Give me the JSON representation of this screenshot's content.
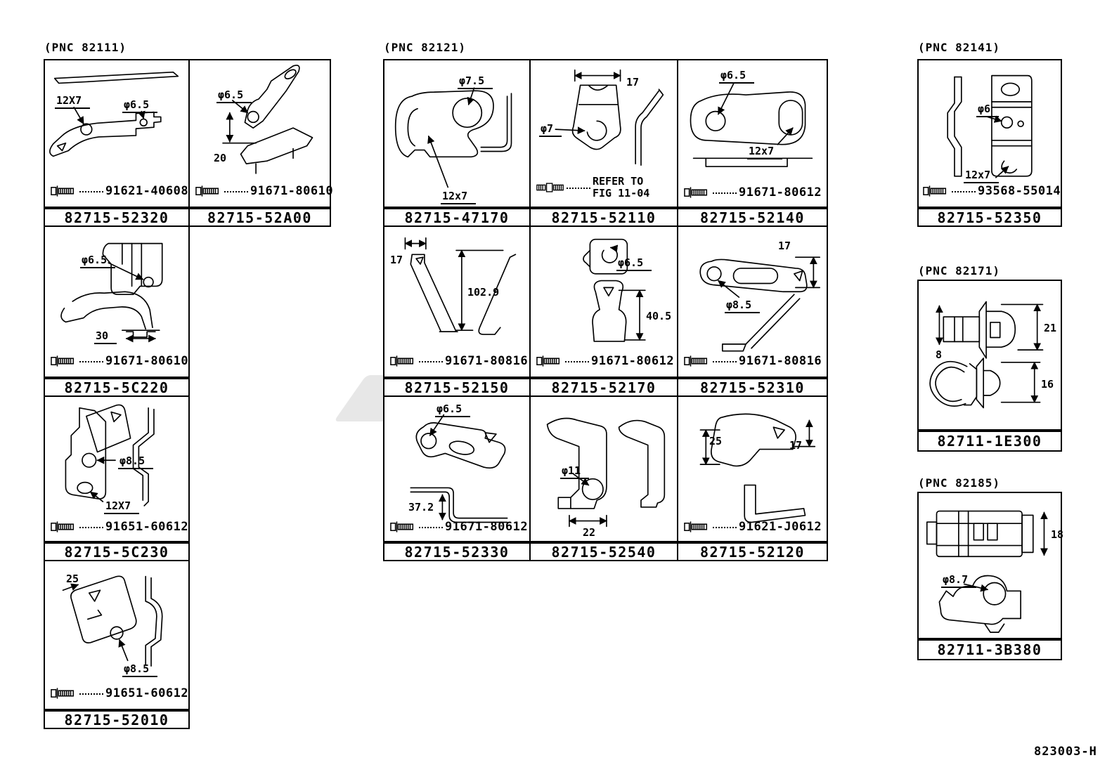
{
  "page": {
    "footer": "823003-H"
  },
  "colors": {
    "ink": "#000000",
    "paper": "#ffffff",
    "watermark": "#c7c7c7"
  },
  "groups": [
    {
      "pnc": "(PNC 82111)",
      "cells": [
        {
          "part": "82715-52320",
          "bolt": "91621-40608",
          "dims": [
            "12X7",
            "φ6.5"
          ]
        },
        {
          "part": "82715-52A00",
          "bolt": "91671-80610",
          "dims": [
            "φ6.5",
            "20"
          ]
        },
        {
          "part": "82715-5C220",
          "bolt": "91671-80610",
          "dims": [
            "φ6.5",
            "30"
          ]
        },
        {
          "part": "82715-5C230",
          "bolt": "91651-60612",
          "dims": [
            "φ8.5",
            "12X7"
          ]
        },
        {
          "part": "82715-52010",
          "bolt": "91651-60612",
          "dims": [
            "25",
            "φ8.5"
          ]
        }
      ]
    },
    {
      "pnc": "(PNC 82121)",
      "cells": [
        {
          "part": "82715-47170",
          "dims": [
            "φ7.5",
            "12x7"
          ]
        },
        {
          "part": "82715-52110",
          "dims": [
            "17",
            "φ7"
          ],
          "note": [
            "REFER TO",
            "FIG 11-04"
          ]
        },
        {
          "part": "82715-52140",
          "bolt": "91671-80612",
          "dims": [
            "φ6.5",
            "12x7"
          ]
        },
        {
          "part": "82715-52150",
          "bolt": "91671-80816",
          "dims": [
            "17",
            "102.9"
          ]
        },
        {
          "part": "82715-52170",
          "bolt": "91671-80612",
          "dims": [
            "φ6.5",
            "40.5"
          ]
        },
        {
          "part": "82715-52310",
          "bolt": "91671-80816",
          "dims": [
            "17",
            "φ8.5"
          ]
        },
        {
          "part": "82715-52330",
          "bolt": "91671-80612",
          "dims": [
            "φ6.5",
            "37.2"
          ]
        },
        {
          "part": "82715-52540",
          "dims": [
            "φ11",
            "22"
          ]
        },
        {
          "part": "82715-52120",
          "bolt": "91621-J0612",
          "dims": [
            "25",
            "17"
          ]
        }
      ]
    },
    {
      "pnc": "(PNC 82141)",
      "cells": [
        {
          "part": "82715-52350",
          "bolt": "93568-55014",
          "dims": [
            "φ6",
            "12x7"
          ]
        }
      ]
    },
    {
      "pnc": "(PNC 82171)",
      "cells": [
        {
          "part": "82711-1E300",
          "dims": [
            "8",
            "21",
            "16"
          ]
        }
      ]
    },
    {
      "pnc": "(PNC 82185)",
      "cells": [
        {
          "part": "82711-3B380",
          "dims": [
            "18",
            "φ8.7"
          ]
        }
      ]
    }
  ]
}
